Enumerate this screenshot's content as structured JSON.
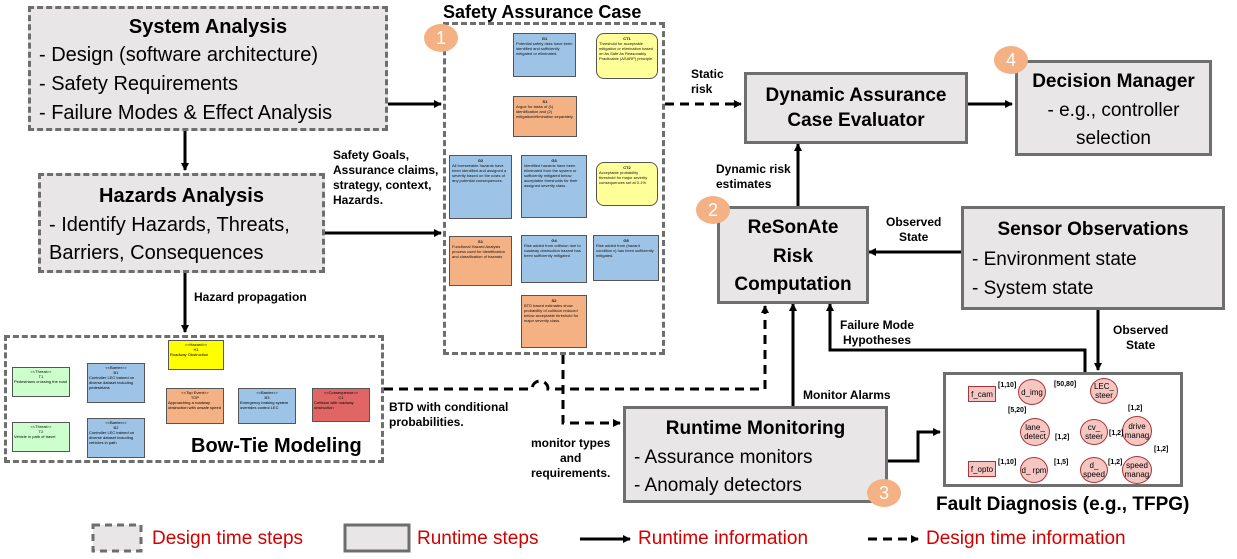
{
  "system_analysis": {
    "title": "System Analysis",
    "items": [
      "- Design (software architecture)",
      "- Safety Requirements",
      "- Failure Modes & Effect Analysis"
    ]
  },
  "hazards_analysis": {
    "title": "Hazards Analysis",
    "items": [
      "- Identify Hazards, Threats,",
      "Barriers, Consequences"
    ]
  },
  "safety_case": {
    "title": "Safety Assurance Case",
    "badge": "1",
    "nodes": {
      "g1": {
        "id": "G1",
        "text": "Potential safety risks have been identified and sufficiently mitigated or eliminated."
      },
      "ct1": {
        "id": "CT1",
        "text": "Threshold for acceptable mitigation or elimination based on As Safe As Reasonably Practicable (ASARP) principle."
      },
      "s1": {
        "id": "S1",
        "text": "Argue for tasks of (1) identification and (2) mitigation/elimination separately"
      },
      "g2": {
        "id": "G2",
        "text": "All foreseeable hazards have been identified and assigned a severity based on the costs of any potential consequences."
      },
      "g3": {
        "id": "G3",
        "text": "Identified hazards have been eliminated from the system or sufficiently mitigated below acceptable thresholds for their assigned severity class."
      },
      "ct2": {
        "id": "CT2",
        "text": "Acceptable probability threshold for major severity consequences set at 0.1%"
      },
      "s1b": {
        "id": "S1",
        "text": "Functional Hazard Analysis process used for identification and classification of hazards"
      },
      "g4": {
        "id": "G4",
        "text": "Risk added from collision due to roadway obstruction hazard has been sufficiently mitigated"
      },
      "g5": {
        "id": "G5",
        "text": "Risk added from (hazard condition x) has been sufficiently mitigated."
      },
      "s2": {
        "id": "S2",
        "text": "BTD based estimates show probability of collision reduced below acceptable threshold for major severity class."
      }
    }
  },
  "dace": {
    "title_line1": "Dynamic Assurance",
    "title_line2": "Case Evaluator"
  },
  "decision_manager": {
    "title": "Decision Manager",
    "items": [
      "- e.g., controller",
      "selection"
    ],
    "badge": "4"
  },
  "resonate": {
    "lines": [
      "ReSonAte",
      "Risk",
      "Computation"
    ],
    "badge": "2"
  },
  "sensor_obs": {
    "title": "Sensor Observations",
    "items": [
      "- Environment state",
      "- System state"
    ]
  },
  "runtime_monitoring": {
    "title": "Runtime Monitoring",
    "items": [
      "- Assurance monitors",
      "- Anomaly detectors"
    ],
    "badge": "3"
  },
  "bowtie": {
    "title": "Bow-Tie Modeling",
    "nodes": {
      "hazard": {
        "tag": "<<Hazard>>",
        "id": "H1",
        "text": "Roadway Obstruction"
      },
      "t1": {
        "tag": "<<Threat>>",
        "id": "T1",
        "text": "Pedestrians crossing the road"
      },
      "t2": {
        "tag": "<<Threat>>",
        "id": "T2",
        "text": "Vehicle in path of travel"
      },
      "b1": {
        "tag": "<<Barrier>>",
        "id": "B1",
        "text": "Controller LEC trained on diverse dataset including pedestrians"
      },
      "b2": {
        "tag": "<<Barrier>>",
        "id": "B2",
        "text": "Controller LEC trained on diverse dataset including vehicles in path"
      },
      "top": {
        "tag": "<<Top Event>>",
        "id": "TOP",
        "text": "Approaching a roadway obstruction with unsafe speed"
      },
      "b3": {
        "tag": "<<Barrier>>",
        "id": "B3",
        "text": "Emergency braking system overrides control LEC"
      },
      "c1": {
        "tag": "<<Consequence>>",
        "id": "C1",
        "text": "Collision with roadway obstruction"
      }
    }
  },
  "tfpg": {
    "title": "Fault Diagnosis (e.g., TFPG)",
    "nodes": {
      "f_cam": "f_cam",
      "d_img": "d_img",
      "lec_steer": "LEC_ steer",
      "lane_detect": "lane_ detect",
      "cv_steer": "cv_ steer",
      "drive_manag": "drive manag",
      "f_opto": "f_opto",
      "d_rpm": "d_ rpm",
      "d_speed": "d_ speed",
      "speed_manag": "speed manag"
    },
    "edge_labels": {
      "cam_img": "[1,10]",
      "img_lec": "[50,80]",
      "img_lane": "[5,20]",
      "lec_drive": "[1,2]",
      "lane_cv": "[1,2]",
      "cv_drive": "[1,2]",
      "opto_rpm": "[1,10]",
      "rpm_speed": "[1,5]",
      "speed_speedm": "[1,2]",
      "speedm_drive": "[1,2]"
    }
  },
  "labels": {
    "safety_goals": [
      "Safety Goals,",
      "Assurance claims,",
      "strategy, context,",
      "Hazards."
    ],
    "static_risk": [
      "Static",
      "risk"
    ],
    "dynamic_risk": [
      "Dynamic risk",
      "estimates"
    ],
    "observed_state_1": [
      "Observed",
      "State"
    ],
    "observed_state_2": [
      "Observed",
      "State"
    ],
    "hazard_propagation": "Hazard propagation",
    "failure_mode": [
      "Failure Mode",
      "Hypotheses"
    ],
    "monitor_alarms": "Monitor Alarms",
    "btd": [
      "BTD with conditional",
      "probabilities."
    ],
    "monitor_types": [
      "monitor types",
      "and",
      "requirements."
    ]
  },
  "legend": {
    "design_steps": "Design time steps",
    "runtime_steps": "Runtime steps",
    "runtime_info": "Runtime information",
    "design_info": "Design time information"
  },
  "colors": {
    "box_fill": "#e8e6e6",
    "box_border": "#6e6e6e",
    "badge": "#f4b183",
    "legend_text": "#d40000",
    "gsn_goal": "#9dc3e6",
    "gsn_context": "#ffff99",
    "gsn_strategy": "#f4b183",
    "bt_threat": "#ccffcc",
    "bt_barrier": "#9dc3e6",
    "bt_hazard": "#ffff00",
    "bt_top": "#f4b183",
    "bt_consequence": "#e06666"
  }
}
